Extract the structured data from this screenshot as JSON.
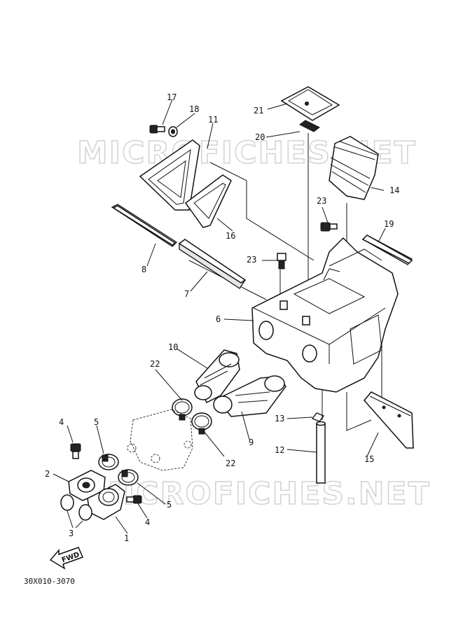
{
  "watermarks": [
    "MICROFICHES.NET",
    "MICROFICHES.NET"
  ],
  "callouts": [
    "1",
    "2",
    "3",
    "4",
    "4",
    "5",
    "5",
    "6",
    "7",
    "8",
    "9",
    "10",
    "11",
    "12",
    "13",
    "14",
    "15",
    "16",
    "17",
    "18",
    "19",
    "20",
    "21",
    "22",
    "22",
    "23",
    "23"
  ],
  "fwd_label": "FWD",
  "diagram_code": "30X010-3070"
}
